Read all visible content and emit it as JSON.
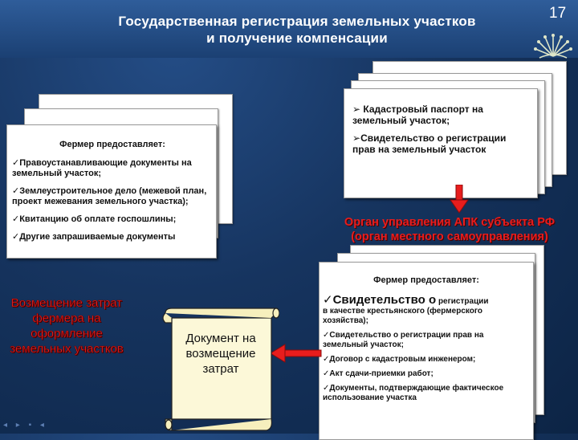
{
  "slide": {
    "title": "Государственная регистрация земельных участков\nи получение компенсации",
    "number": "17"
  },
  "left_doc": {
    "heading": "Фермер предоставляет:",
    "items": [
      "Правоустанавливающие документы на земельный участок;",
      "Землеустроительное дело (межевой план, проект межевания земельного участка);",
      "Квитанцию об оплате госпошлины;",
      "Другие запрашиваемые документы"
    ]
  },
  "right_top_doc": {
    "items": [
      "Кадастровый паспорт на земельный участок;",
      "Свидетельство о регистрации прав на земельный участок"
    ]
  },
  "authority": {
    "line1": "Орган управления АПК субъекта РФ",
    "line2": "(орган местного самоуправления)"
  },
  "right_bottom_doc": {
    "heading": "Фермер предоставляет:",
    "item1_big": "Свидетельство о",
    "item1_small": "регистрации",
    "item1_rest": "в качестве крестьянского (фермерского хозяйства);",
    "items": [
      "Свидетельство о регистрации прав на земельный участок;",
      "Договор с кадастровым инженером;",
      "Акт сдачи-приемки работ;",
      "Документы, подтверждающие фактическое использование участка"
    ]
  },
  "scroll": {
    "text": "Документ на возмещение затрат"
  },
  "compensation": {
    "text": "Возмещение затрат фермера на оформление земельных участков"
  },
  "colors": {
    "accent_red": "#e81d1d",
    "background": "#16345f"
  },
  "icons": {
    "check": "check-icon",
    "arrow": "arrow-icon",
    "logo": "logo-icon"
  }
}
